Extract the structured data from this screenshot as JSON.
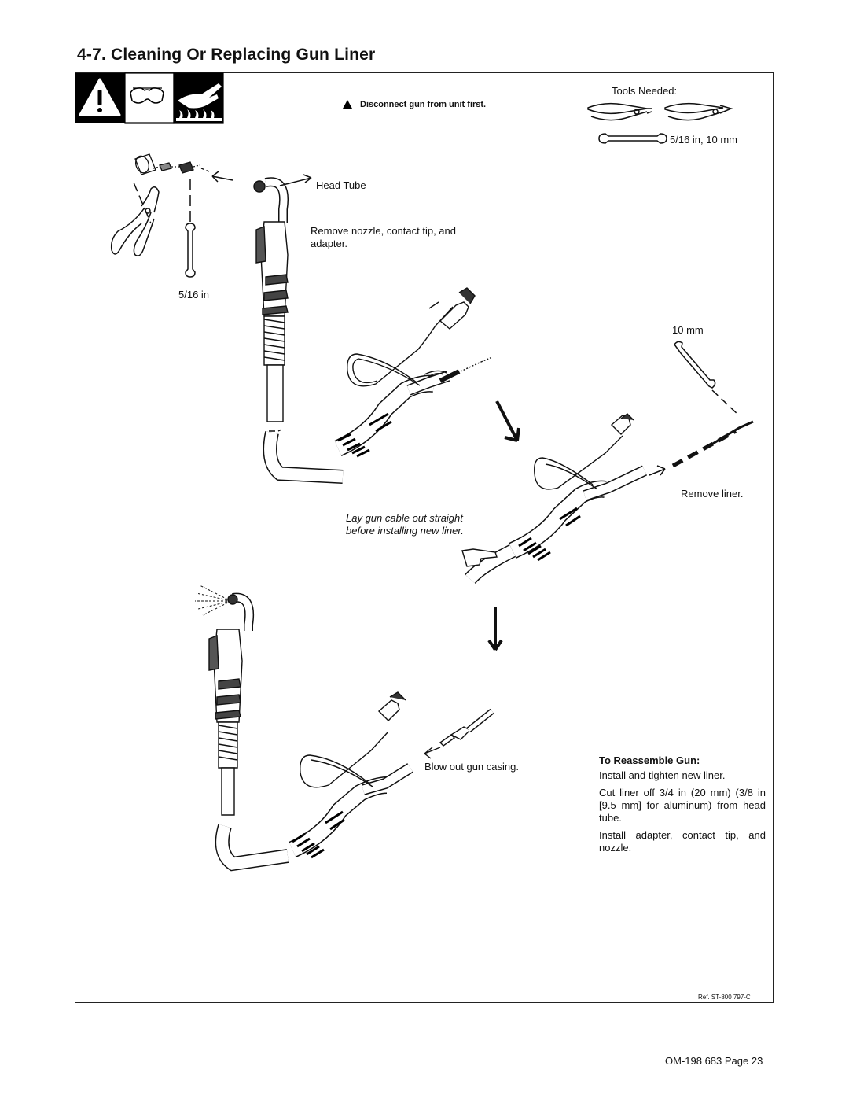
{
  "page": {
    "title": "4-7.  Cleaning Or Replacing Gun Liner",
    "footer": "OM-198 683 Page 23",
    "reference": "Ref. ST-800 797-C"
  },
  "safety": {
    "icons": [
      "warning-triangle-icon",
      "safety-glasses-icon",
      "hot-surface-hand-icon"
    ],
    "warning_text": "Disconnect gun from unit first."
  },
  "tools": {
    "heading": "Tools Needed:",
    "wrench_sizes": "5/16 in, 10 mm"
  },
  "steps": {
    "head_tube_label": "Head Tube",
    "remove_parts": "Remove nozzle, contact tip, and adapter.",
    "wrench_516": "5/16 in",
    "wrench_10mm": "10 mm",
    "remove_liner": "Remove liner.",
    "lay_cable_line1": "Lay gun cable out straight",
    "lay_cable_line2": "before installing new liner.",
    "blow_out": "Blow out gun casing."
  },
  "reassemble": {
    "heading": "To Reassemble Gun:",
    "items": [
      "Install and tighten new liner.",
      "Cut liner off 3/4 in (20 mm) (3/8 in [9.5 mm] for aluminum) from head tube.",
      "Install adapter, contact tip, and nozzle."
    ]
  }
}
